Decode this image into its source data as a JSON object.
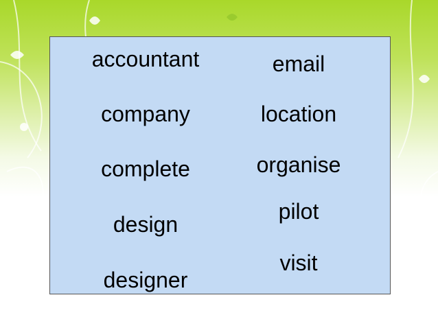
{
  "slide": {
    "words_left": [
      "accountant",
      "company",
      "complete",
      "design",
      "designer"
    ],
    "words_right": [
      "email",
      "location",
      "organise",
      "pilot",
      "visit"
    ]
  }
}
